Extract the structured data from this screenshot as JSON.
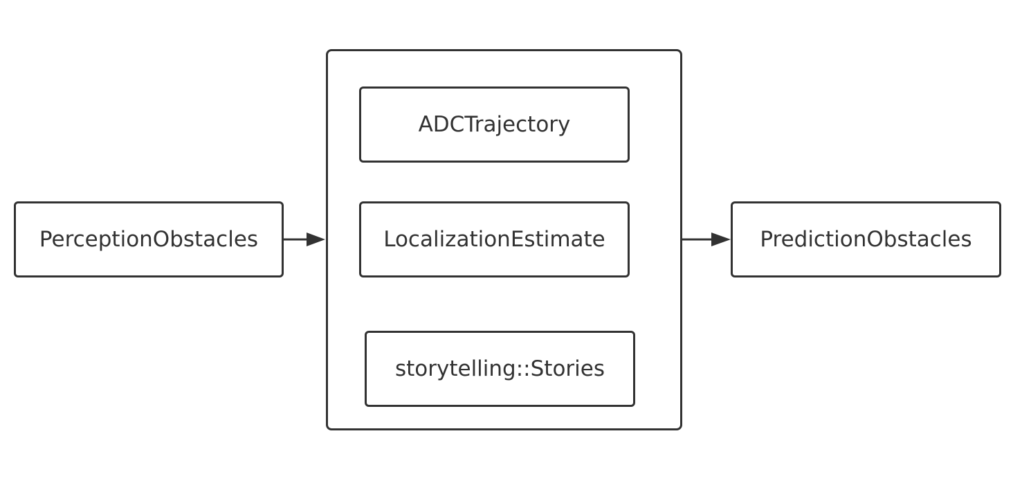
{
  "nodes": {
    "input": "PerceptionObstacles",
    "output": "PredictionObstacles",
    "group_items": [
      "ADCTrajectory",
      "LocalizationEstimate",
      "storytelling::Stories"
    ]
  },
  "colors": {
    "stroke": "#323232",
    "background": "#ffffff"
  }
}
